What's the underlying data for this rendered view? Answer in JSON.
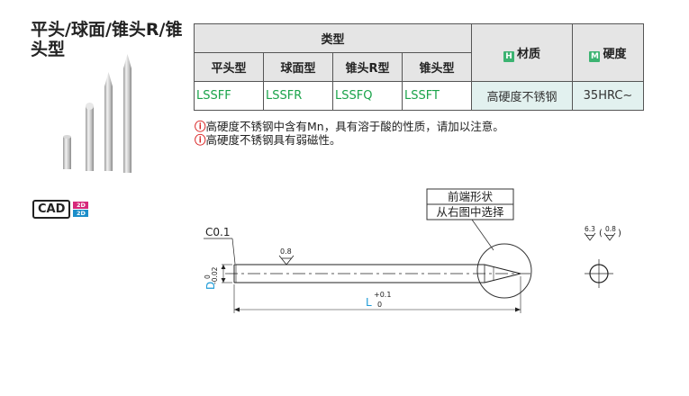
{
  "title": "平头/球面/锥头R/锥头型",
  "cad": {
    "label": "CAD",
    "badge_top": "2D",
    "badge_bottom": "2D"
  },
  "table": {
    "group_header": "类型",
    "columns": [
      "平头型",
      "球面型",
      "锥头R型",
      "锥头型"
    ],
    "material_badge": "H",
    "material_header": "材质",
    "hardness_badge": "M",
    "hardness_header": "硬度",
    "codes": [
      "LSSFF",
      "LSSFR",
      "LSSFQ",
      "LSSFT"
    ],
    "material_value": "高硬度不锈钢",
    "hardness_value": "35HRC~"
  },
  "notes": [
    "高硬度不锈钢中含有Mn，具有溶于酸的性质，请加以注意。",
    "高硬度不锈钢具有弱磁性。"
  ],
  "note_mark": "!",
  "drawing": {
    "chamfer": "C0.1",
    "tip_callout_line1": "前端形状",
    "tip_callout_line2": "从右图中选择",
    "roughness_local": "0.8",
    "d_label": "D",
    "d_tol_upper": "0",
    "d_tol_lower": "-0.02",
    "l_label": "L",
    "l_tol_upper": "+0.1",
    "l_tol_lower": "0",
    "roughness_general": "6.3",
    "roughness_general_alt": "0.8"
  }
}
